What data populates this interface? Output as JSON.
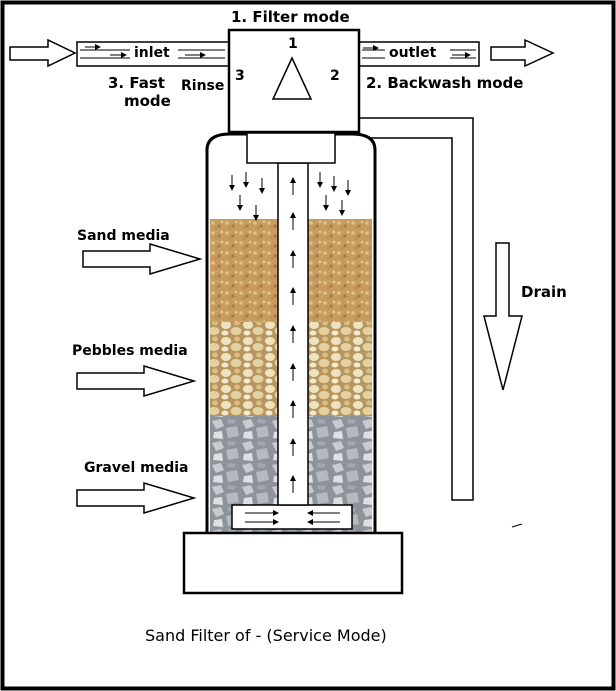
{
  "valve": {
    "mode1": "1. Filter mode",
    "port1": "1",
    "port2": "2",
    "port3": "3"
  },
  "pipes": {
    "inlet": "inlet",
    "outlet": "outlet",
    "mode2": "2. Backwash mode",
    "mode3_line1": "3. Fast",
    "mode3_word2": "Rinse",
    "mode3_line2": "mode"
  },
  "media": {
    "sand": "Sand media",
    "pebbles": "Pebbles media",
    "gravel": "Gravel media"
  },
  "drain": "Drain",
  "caption": "Sand Filter of - (Service Mode)",
  "colors": {
    "sand": "#c9a064",
    "pebbles": "#d8c08a",
    "gravel": "#a7aab1",
    "outline": "#000000"
  }
}
